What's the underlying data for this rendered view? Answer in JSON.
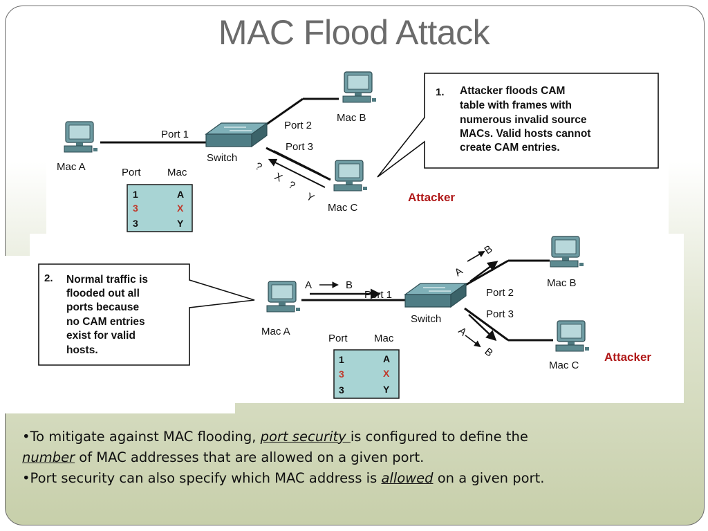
{
  "slide": {
    "title": "MAC Flood Attack"
  },
  "diagram_top": {
    "mac_a": "Mac A",
    "mac_b": "Mac B",
    "mac_c": "Mac C",
    "switch": "Switch",
    "port1": "Port 1",
    "port2": "Port 2",
    "port3": "Port 3",
    "table_header_port": "Port",
    "table_header_mac": "Mac",
    "table_rows": [
      {
        "port": "1",
        "mac": "A"
      },
      {
        "port": "3",
        "mac": "X"
      },
      {
        "port": "3",
        "mac": "Y"
      }
    ],
    "callout_number": "1.",
    "callout_lines": [
      "Attacker floods CAM",
      "table with frames with",
      "numerous invalid source",
      "MACs. Valid hosts cannot",
      "create CAM entries."
    ],
    "attacker_label": "Attacker",
    "flood_labels": [
      "?",
      "X",
      "?",
      "Y"
    ]
  },
  "diagram_bottom": {
    "mac_a": "Mac A",
    "mac_b": "Mac B",
    "mac_c": "Mac C",
    "switch": "Switch",
    "port1": "Port 1",
    "port2": "Port 2",
    "port3": "Port 3",
    "table_header_port": "Port",
    "table_header_mac": "Mac",
    "table_rows": [
      {
        "port": "1",
        "mac": "A"
      },
      {
        "port": "3",
        "mac": "X"
      },
      {
        "port": "3",
        "mac": "Y"
      }
    ],
    "callout_number": "2.",
    "callout_lines": [
      "Normal traffic is",
      "flooded out all",
      "ports because",
      "no CAM entries",
      "exist for valid",
      "hosts."
    ],
    "attacker_label": "Attacker",
    "flow_a": "A",
    "flow_b": "B"
  },
  "bullets": {
    "b1_pre": "•To mitigate against MAC flooding, ",
    "b1_link1": "port security ",
    "b1_mid": "is configured to define the",
    "b1_link2": "number",
    "b1_post": " of MAC addresses that are allowed on a given port.",
    "b2_pre": "•Port security can also specify which MAC address is ",
    "b2_link": "allowed",
    "b2_post": " on a given port."
  },
  "colors": {
    "title": "#6b6b6b",
    "attacker": "#b01818",
    "table_fill": "#a8d4d4",
    "red_entry": "#c0392b",
    "switch_fill": "#5f8e97",
    "computer_fill": "#7ea9ae"
  }
}
